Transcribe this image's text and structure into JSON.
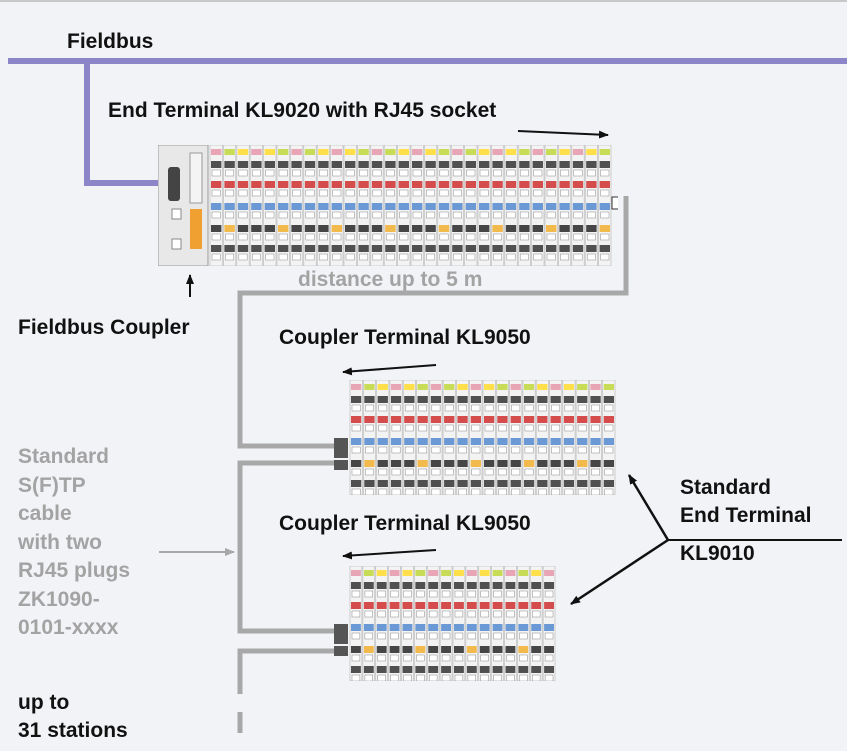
{
  "labels": {
    "fieldbus": "Fieldbus",
    "end_terminal_kl9020": "End Terminal KL9020 with RJ45 socket",
    "distance": "distance up to 5 m",
    "fieldbus_coupler": "Fieldbus Coupler",
    "coupler_terminal_1": "Coupler Terminal KL9050",
    "coupler_terminal_2": "Coupler Terminal KL9050",
    "standard_end_terminal": [
      "Standard",
      "End Terminal",
      "KL9010"
    ],
    "cable_note": [
      "Standard",
      "S(F)TP",
      "cable",
      "with two",
      "RJ45 plugs",
      "ZK1090-",
      "0101-xxxx"
    ],
    "stations_note": [
      "up to",
      "31 stations"
    ]
  },
  "colors": {
    "background": "#f2f3f7",
    "fieldbus_line": "#8c86c9",
    "cable": "#a8a8a8",
    "text_dark": "#111111",
    "text_gray": "#a3a3a3",
    "terminal_rows": [
      "#e8a5b5",
      "#c9dc57",
      "#ffe04a",
      "#d23a3a",
      "#5b8fd1",
      "#f2b23a"
    ]
  }
}
